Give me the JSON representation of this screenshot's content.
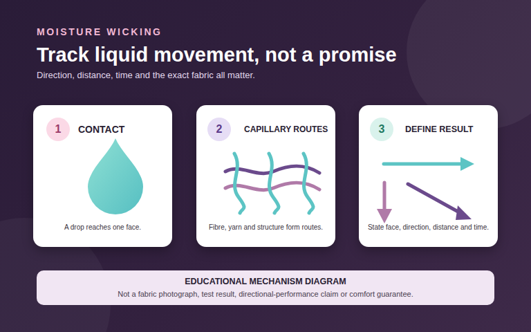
{
  "diagram": {
    "title": "Track liquid movement, not a promise",
    "nodes": [
      {
        "text": [
          "CONTACT",
          "A drop reaches one face."
        ]
      },
      {
        "text": [
          "1"
        ],
        "in": 0
      },
      {
        "text": [
          "CAPILLARY ROUTES",
          "Fibre, yarn and structure form routes."
        ]
      },
      {
        "text": [
          "2"
        ],
        "in": 2
      },
      {
        "text": [
          "DEFINE RESULT",
          "State face, direction, distance and time."
        ]
      },
      {
        "text": [
          "3"
        ],
        "in": 4
      },
      {
        "text": [
          "EDUCATIONAL MECHANISM DIAGRAM",
          "Not a fabric photograph, test result, directional-performance claim or comfort guarantee."
        ]
      }
    ],
    "labels": [
      "MOISTURE WICKING",
      "Direction, distance, time and the exact fabric all matter."
    ]
  }
}
